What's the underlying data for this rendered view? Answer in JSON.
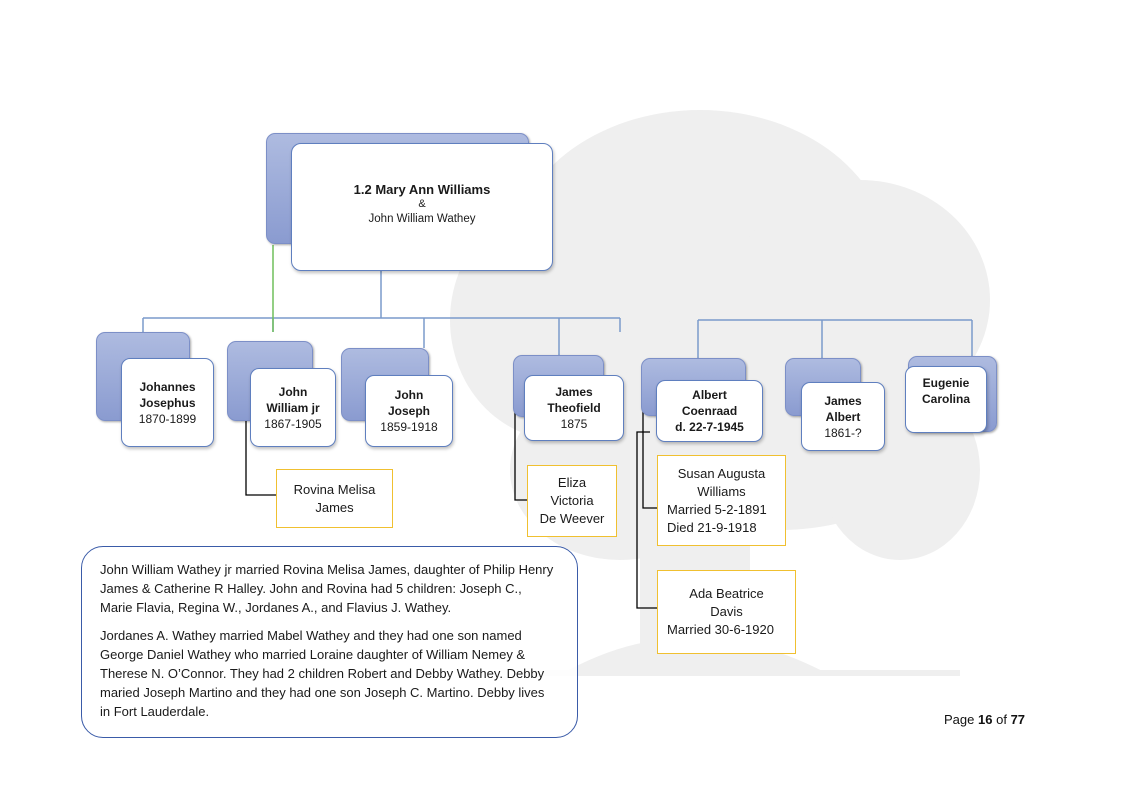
{
  "root": {
    "title": "1.2  Mary Ann Williams",
    "amp": "&",
    "spouse": "John William Wathey"
  },
  "children": [
    {
      "name": "Johannes\nJosephus",
      "dates": "1870-1899"
    },
    {
      "name": "John\nWilliam jr",
      "dates": "1867-1905"
    },
    {
      "name": "John\nJoseph",
      "dates": "1859-1918"
    },
    {
      "name": "James\nTheofield",
      "dates": "1875"
    },
    {
      "name": "Albert\nCoenraad\nd. 22-7-1945",
      "dates": ""
    },
    {
      "name": "James\nAlbert",
      "dates": "1861-?"
    },
    {
      "name": "Eugenie\nCarolina",
      "dates": ""
    }
  ],
  "spouses": [
    {
      "text": "Rovina Melisa\nJames"
    },
    {
      "text": "Eliza\nVictoria\nDe Weever"
    },
    {
      "text": "Susan Augusta\nWilliams",
      "line2": "Married 5-2-1891\nDied 21-9-1918"
    },
    {
      "text": "Ada Beatrice\nDavis",
      "line2": "Married 30-6-1920"
    }
  ],
  "notes": {
    "p1": "John William Wathey jr married Rovina Melisa James, daughter of Philip Henry James & Catherine R Halley.  John and Rovina had 5 children: Joseph C., Marie Flavia, Regina W., Jordanes A., and Flavius J. Wathey.",
    "p2": "Jordanes A. Wathey married  Mabel Wathey and they had one son named George Daniel Wathey who married Loraine daughter of William Nemey & Therese N. O’Connor. They had 2 children Robert and Debby  Wathey.  Debby maried Joseph Martino and they had one son Joseph C. Martino. Debby lives in Fort Lauderdale."
  },
  "footer": {
    "page_word": "Page",
    "page_num": "16",
    "of_word": "of",
    "page_total": "77"
  },
  "colors": {
    "card_border": "#5f7fbf",
    "back_fill": "#8a9bd0",
    "spouse_border": "#f0c030",
    "connector": "#7a9acb",
    "green_connector": "#6fbf5a",
    "watermark": "#efefef"
  }
}
